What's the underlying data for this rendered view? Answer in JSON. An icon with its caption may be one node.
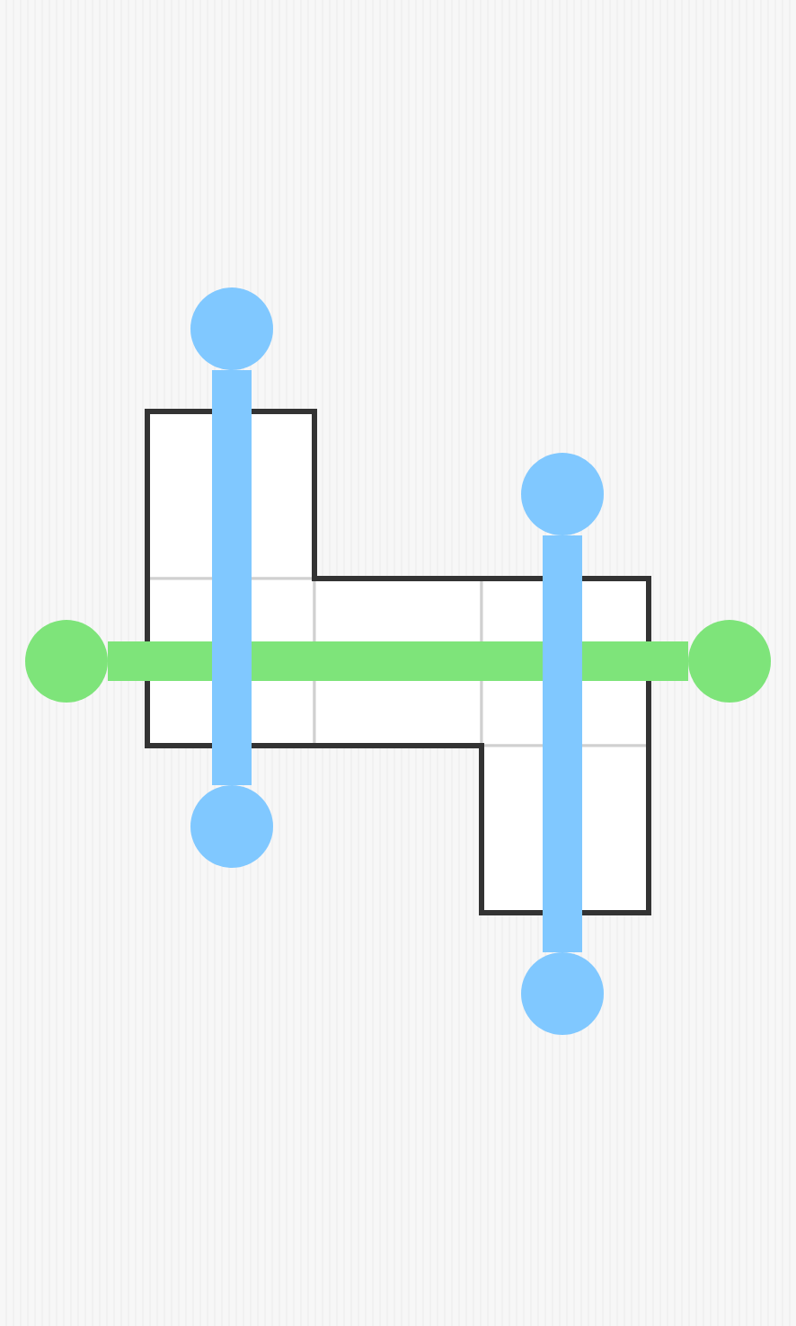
{
  "diagram": {
    "nodes": [
      {
        "text": [],
        "shape": "circle"
      },
      {
        "text": [],
        "shape": "circle"
      },
      {
        "text": [],
        "shape": "circle"
      },
      {
        "text": [],
        "shape": "circle"
      },
      {
        "text": [],
        "shape": "circle"
      },
      {
        "text": [],
        "shape": "circle"
      }
    ],
    "edges": [
      {
        "from": 2,
        "to": 3,
        "arrow": "none",
        "color": "#7ee47a"
      },
      {
        "from": 0,
        "to": 4,
        "arrow": "none"
      },
      {
        "from": 1,
        "to": 5,
        "arrow": "none"
      }
    ]
  }
}
